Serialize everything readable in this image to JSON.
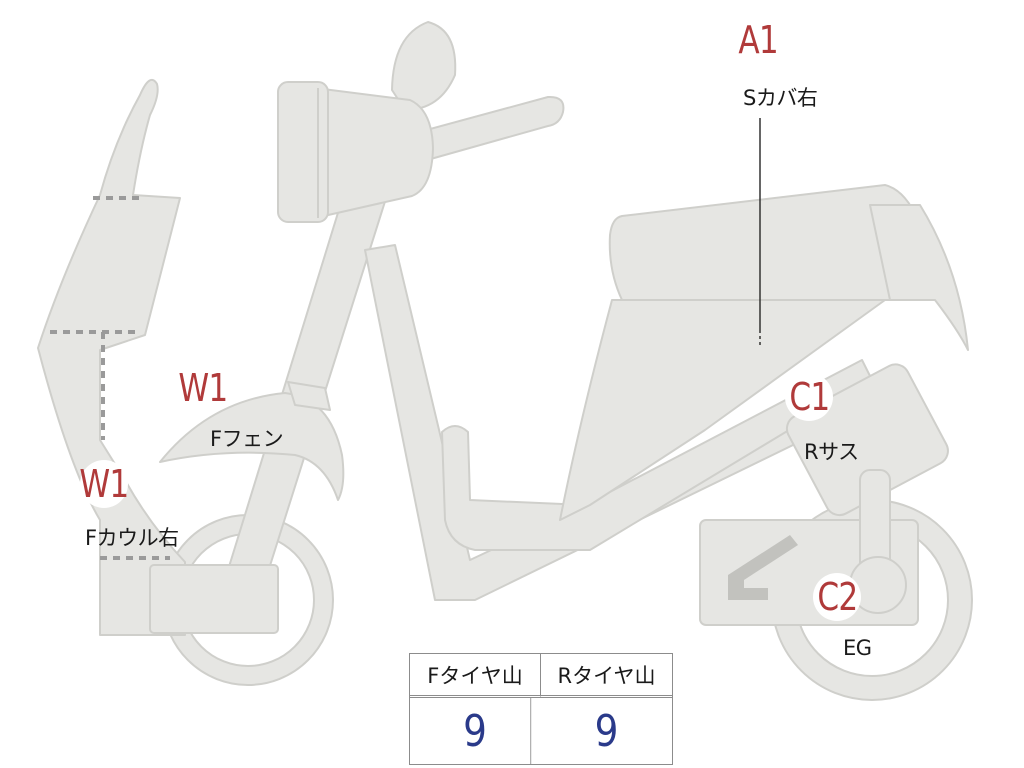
{
  "markers": [
    {
      "id": "A1",
      "code": "A1",
      "label": "Sカバ右"
    },
    {
      "id": "W1_fender",
      "code": "W1",
      "label": "Fフェン"
    },
    {
      "id": "W1_cowl",
      "code": "W1",
      "label": "Fカウル右"
    },
    {
      "id": "C1",
      "code": "C1",
      "label": "Rサス"
    },
    {
      "id": "C2",
      "code": "C2",
      "label": "EG"
    }
  ],
  "tread_table": {
    "front_header": "Fタイヤ山",
    "rear_header": "Rタイヤ山",
    "front_value": "9",
    "rear_value": "9"
  },
  "colors": {
    "body_fill": "#e6e6e3",
    "outline": "#cfcfcb",
    "marker_text": "#b03a3a",
    "table_value": "#2a3a8a"
  }
}
